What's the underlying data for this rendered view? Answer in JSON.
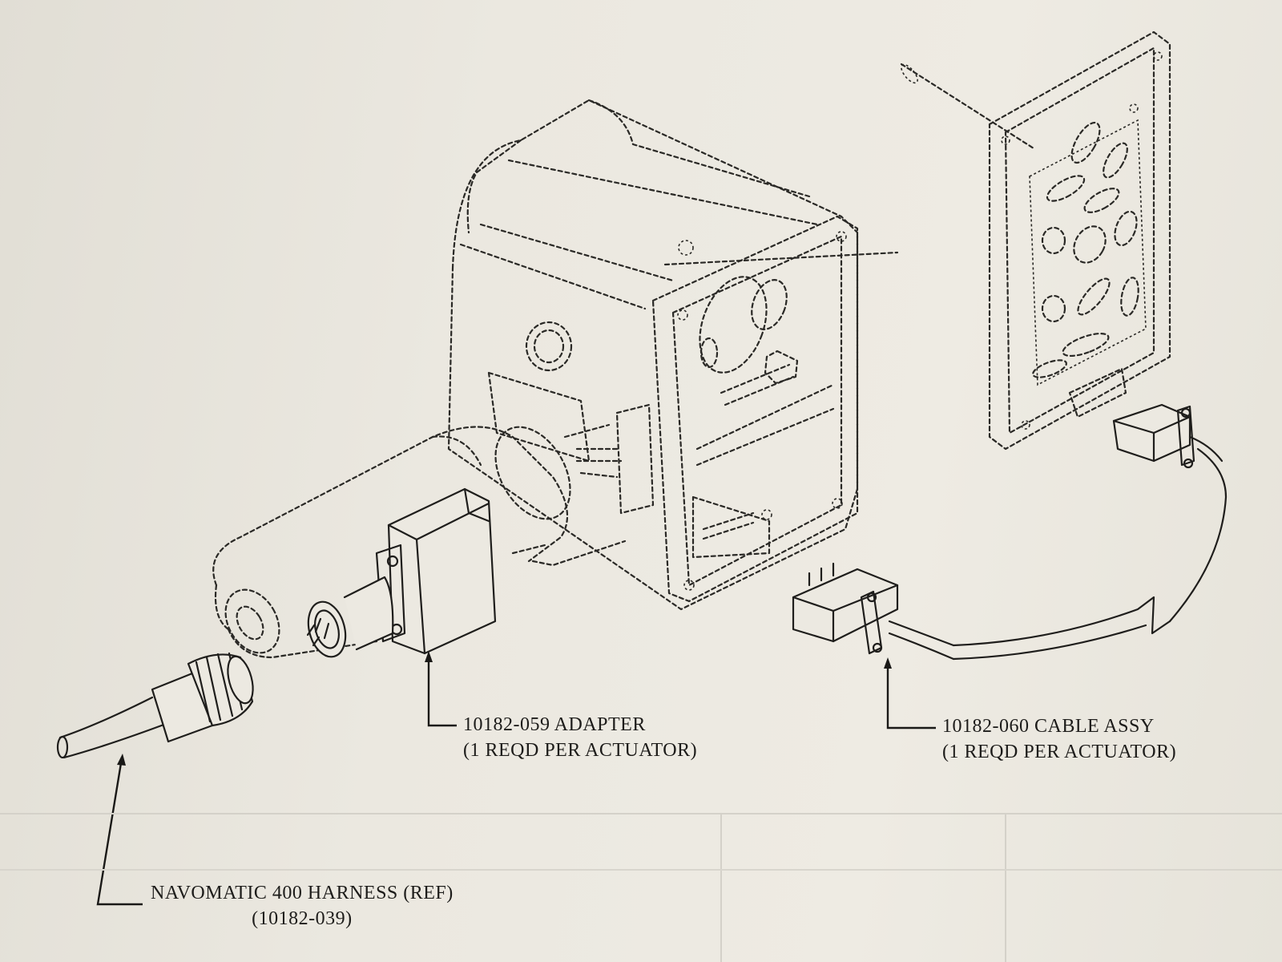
{
  "callouts": {
    "adapter": {
      "line1": "10182-059 ADAPTER",
      "line2": "(1 REQD PER ACTUATOR)"
    },
    "cable": {
      "line1": "10182-060 CABLE ASSY",
      "line2": "(1 REQD PER ACTUATOR)"
    },
    "harness": {
      "line1": "NAVOMATIC 400 HARNESS (REF)",
      "line2": "(10182-039)"
    }
  }
}
